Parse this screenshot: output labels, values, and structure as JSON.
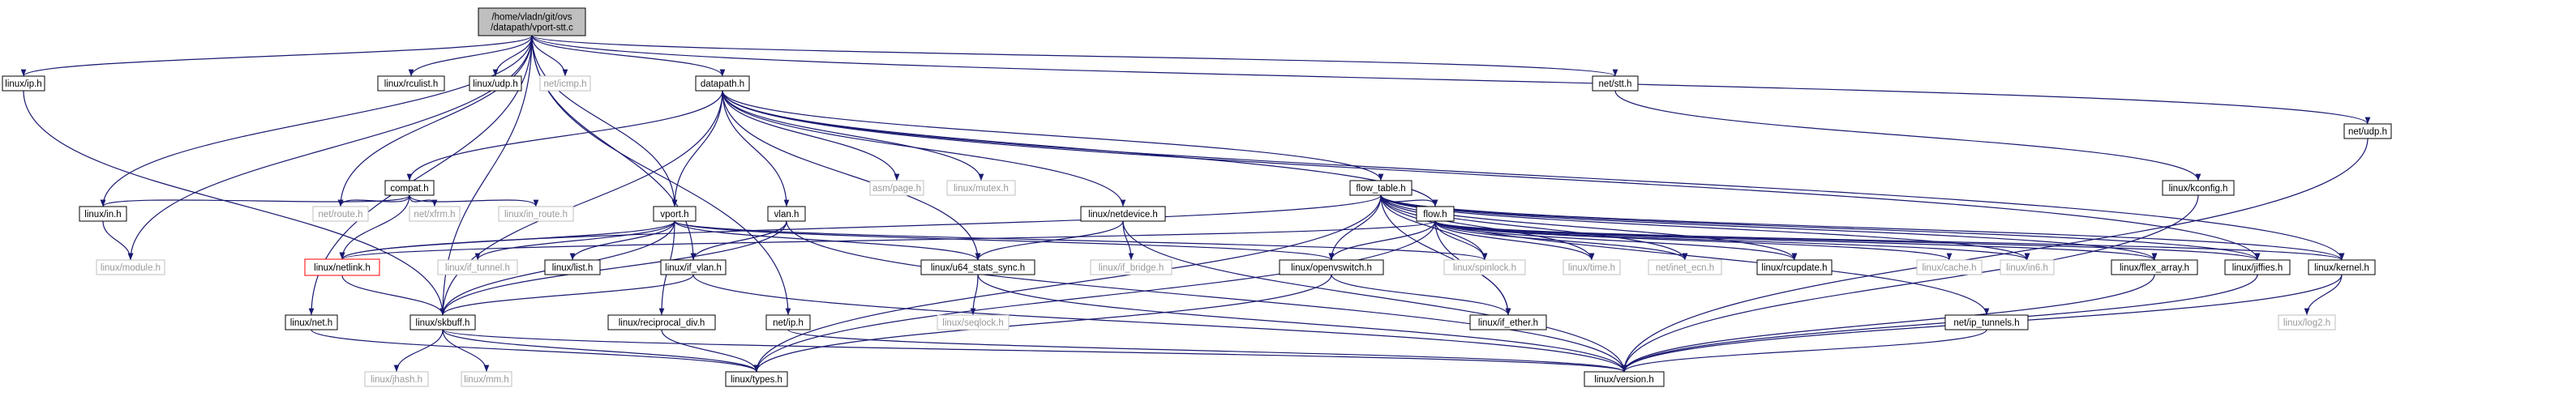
{
  "diagram": {
    "colors": {
      "edge": "#191970",
      "header_border": "#000000",
      "header_text": "#000000",
      "local_border": "#000000",
      "local_text": "#000000",
      "system_border": "#bfbfbf",
      "system_text": "#999999",
      "broken_border": "#ff0000",
      "fill": "#ffffff",
      "root_fill": "#bfbfbf",
      "root_border": "#000000"
    },
    "nodes": [
      {
        "id": "root",
        "lines": [
          "/home/vladn/git/ovs",
          "/datapath/vport-stt.c"
        ],
        "kind": "root"
      },
      {
        "id": "linux_ip",
        "lines": [
          "linux/ip.h"
        ],
        "kind": "header"
      },
      {
        "id": "linux_rculist",
        "lines": [
          "linux/rculist.h"
        ],
        "kind": "header"
      },
      {
        "id": "linux_udp",
        "lines": [
          "linux/udp.h"
        ],
        "kind": "header"
      },
      {
        "id": "net_icmp",
        "lines": [
          "net/icmp.h"
        ],
        "kind": "system"
      },
      {
        "id": "datapath",
        "lines": [
          "datapath.h"
        ],
        "kind": "header"
      },
      {
        "id": "net_stt",
        "lines": [
          "net/stt.h"
        ],
        "kind": "header"
      },
      {
        "id": "net_udp",
        "lines": [
          "net/udp.h"
        ],
        "kind": "header"
      },
      {
        "id": "compat",
        "lines": [
          "compat.h"
        ],
        "kind": "header"
      },
      {
        "id": "asm_page",
        "lines": [
          "asm/page.h"
        ],
        "kind": "system"
      },
      {
        "id": "linux_mutex",
        "lines": [
          "linux/mutex.h"
        ],
        "kind": "system"
      },
      {
        "id": "flow_table",
        "lines": [
          "flow_table.h"
        ],
        "kind": "header"
      },
      {
        "id": "linux_kconfig",
        "lines": [
          "linux/kconfig.h"
        ],
        "kind": "header"
      },
      {
        "id": "linux_in",
        "lines": [
          "linux/in.h"
        ],
        "kind": "header"
      },
      {
        "id": "net_route",
        "lines": [
          "net/route.h"
        ],
        "kind": "system"
      },
      {
        "id": "net_xfrm",
        "lines": [
          "net/xfrm.h"
        ],
        "kind": "system"
      },
      {
        "id": "linux_in_route",
        "lines": [
          "linux/in_route.h"
        ],
        "kind": "system"
      },
      {
        "id": "vport",
        "lines": [
          "vport.h"
        ],
        "kind": "header"
      },
      {
        "id": "vlan",
        "lines": [
          "vlan.h"
        ],
        "kind": "header"
      },
      {
        "id": "linux_netdevice",
        "lines": [
          "linux/netdevice.h"
        ],
        "kind": "header"
      },
      {
        "id": "flow",
        "lines": [
          "flow.h"
        ],
        "kind": "header"
      },
      {
        "id": "linux_module",
        "lines": [
          "linux/module.h"
        ],
        "kind": "system"
      },
      {
        "id": "linux_netlink",
        "lines": [
          "linux/netlink.h"
        ],
        "kind": "broken"
      },
      {
        "id": "linux_if_tunnel",
        "lines": [
          "linux/if_tunnel.h"
        ],
        "kind": "system"
      },
      {
        "id": "linux_list",
        "lines": [
          "linux/list.h"
        ],
        "kind": "header"
      },
      {
        "id": "linux_if_vlan",
        "lines": [
          "linux/if_vlan.h"
        ],
        "kind": "header"
      },
      {
        "id": "linux_u64_stats_sync",
        "lines": [
          "linux/u64_stats_sync.h"
        ],
        "kind": "header"
      },
      {
        "id": "linux_if_bridge",
        "lines": [
          "linux/if_bridge.h"
        ],
        "kind": "system"
      },
      {
        "id": "linux_openvswitch",
        "lines": [
          "linux/openvswitch.h"
        ],
        "kind": "header"
      },
      {
        "id": "linux_spinlock",
        "lines": [
          "linux/spinlock.h"
        ],
        "kind": "system"
      },
      {
        "id": "linux_time",
        "lines": [
          "linux/time.h"
        ],
        "kind": "system"
      },
      {
        "id": "net_inet_ecn",
        "lines": [
          "net/inet_ecn.h"
        ],
        "kind": "system"
      },
      {
        "id": "linux_rcupdate",
        "lines": [
          "linux/rcupdate.h"
        ],
        "kind": "header"
      },
      {
        "id": "linux_cache",
        "lines": [
          "linux/cache.h"
        ],
        "kind": "system"
      },
      {
        "id": "linux_in6",
        "lines": [
          "linux/in6.h"
        ],
        "kind": "system"
      },
      {
        "id": "linux_flex_array",
        "lines": [
          "linux/flex_array.h"
        ],
        "kind": "header"
      },
      {
        "id": "linux_jiffies",
        "lines": [
          "linux/jiffies.h"
        ],
        "kind": "header"
      },
      {
        "id": "linux_kernel",
        "lines": [
          "linux/kernel.h"
        ],
        "kind": "header"
      },
      {
        "id": "linux_net",
        "lines": [
          "linux/net.h"
        ],
        "kind": "header"
      },
      {
        "id": "linux_skbuff",
        "lines": [
          "linux/skbuff.h"
        ],
        "kind": "header"
      },
      {
        "id": "linux_reciprocal_div",
        "lines": [
          "linux/reciprocal_div.h"
        ],
        "kind": "header"
      },
      {
        "id": "net_ip",
        "lines": [
          "net/ip.h"
        ],
        "kind": "header"
      },
      {
        "id": "linux_seqlock",
        "lines": [
          "linux/seqlock.h"
        ],
        "kind": "system"
      },
      {
        "id": "linux_if_ether",
        "lines": [
          "linux/if_ether.h"
        ],
        "kind": "header"
      },
      {
        "id": "net_ip_tunnels",
        "lines": [
          "net/ip_tunnels.h"
        ],
        "kind": "header"
      },
      {
        "id": "linux_log2",
        "lines": [
          "linux/log2.h"
        ],
        "kind": "system"
      },
      {
        "id": "linux_jhash",
        "lines": [
          "linux/jhash.h"
        ],
        "kind": "system"
      },
      {
        "id": "linux_mm",
        "lines": [
          "linux/mm.h"
        ],
        "kind": "system"
      },
      {
        "id": "linux_types",
        "lines": [
          "linux/types.h"
        ],
        "kind": "header"
      },
      {
        "id": "linux_version",
        "lines": [
          "linux/version.h"
        ],
        "kind": "header"
      }
    ],
    "edges": [
      [
        "root",
        "linux_ip"
      ],
      [
        "root",
        "linux_rculist"
      ],
      [
        "root",
        "linux_udp"
      ],
      [
        "root",
        "net_icmp"
      ],
      [
        "root",
        "datapath"
      ],
      [
        "root",
        "net_stt"
      ],
      [
        "root",
        "net_udp"
      ],
      [
        "root",
        "linux_in"
      ],
      [
        "root",
        "linux_module"
      ],
      [
        "root",
        "net_route"
      ],
      [
        "root",
        "vport"
      ],
      [
        "root",
        "linux_if_vlan"
      ],
      [
        "root",
        "net_ip"
      ],
      [
        "root",
        "linux_net"
      ],
      [
        "root",
        "linux_skbuff"
      ],
      [
        "linux_ip",
        "linux_skbuff"
      ],
      [
        "datapath",
        "compat"
      ],
      [
        "datapath",
        "asm_page"
      ],
      [
        "datapath",
        "linux_mutex"
      ],
      [
        "datapath",
        "flow_table"
      ],
      [
        "datapath",
        "linux_kernel"
      ],
      [
        "datapath",
        "vlan"
      ],
      [
        "datapath",
        "linux_netdevice"
      ],
      [
        "datapath",
        "flow"
      ],
      [
        "datapath",
        "linux_skbuff"
      ],
      [
        "datapath",
        "linux_u64_stats_sync"
      ],
      [
        "datapath",
        "vport"
      ],
      [
        "datapath",
        "linux_jiffies"
      ],
      [
        "net_stt",
        "linux_kconfig"
      ],
      [
        "net_udp",
        "linux_version"
      ],
      [
        "compat",
        "linux_in"
      ],
      [
        "compat",
        "net_route"
      ],
      [
        "compat",
        "net_xfrm"
      ],
      [
        "compat",
        "linux_in_route"
      ],
      [
        "compat",
        "linux_netlink"
      ],
      [
        "flow_table",
        "linux_netlink"
      ],
      [
        "flow_table",
        "flow"
      ],
      [
        "flow_table",
        "linux_openvswitch"
      ],
      [
        "flow_table",
        "linux_spinlock"
      ],
      [
        "flow_table",
        "linux_time"
      ],
      [
        "flow_table",
        "net_inet_ecn"
      ],
      [
        "flow_table",
        "linux_rcupdate"
      ],
      [
        "flow_table",
        "linux_in6"
      ],
      [
        "flow_table",
        "linux_flex_array"
      ],
      [
        "flow_table",
        "linux_jiffies"
      ],
      [
        "flow_table",
        "linux_kernel"
      ],
      [
        "flow_table",
        "linux_if_ether"
      ],
      [
        "flow_table",
        "linux_types"
      ],
      [
        "flow_table",
        "net_ip_tunnels"
      ],
      [
        "linux_kconfig",
        "linux_version"
      ],
      [
        "linux_in",
        "linux_module"
      ],
      [
        "vport",
        "linux_netlink"
      ],
      [
        "vport",
        "linux_if_tunnel"
      ],
      [
        "vport",
        "linux_list"
      ],
      [
        "vport",
        "linux_openvswitch"
      ],
      [
        "vport",
        "linux_skbuff"
      ],
      [
        "vport",
        "linux_reciprocal_div"
      ],
      [
        "vport",
        "linux_u64_stats_sync"
      ],
      [
        "vport",
        "linux_spinlock"
      ],
      [
        "vlan",
        "linux_if_vlan"
      ],
      [
        "vlan",
        "linux_skbuff"
      ],
      [
        "vlan",
        "linux_version"
      ],
      [
        "linux_netdevice",
        "linux_u64_stats_sync"
      ],
      [
        "linux_netdevice",
        "linux_if_bridge"
      ],
      [
        "linux_netdevice",
        "linux_version"
      ],
      [
        "flow",
        "linux_netlink"
      ],
      [
        "flow",
        "linux_openvswitch"
      ],
      [
        "flow",
        "linux_spinlock"
      ],
      [
        "flow",
        "linux_time"
      ],
      [
        "flow",
        "net_inet_ecn"
      ],
      [
        "flow",
        "linux_rcupdate"
      ],
      [
        "flow",
        "linux_cache"
      ],
      [
        "flow",
        "linux_in6"
      ],
      [
        "flow",
        "linux_flex_array"
      ],
      [
        "flow",
        "linux_jiffies"
      ],
      [
        "flow",
        "linux_kernel"
      ],
      [
        "flow",
        "linux_if_ether"
      ],
      [
        "flow",
        "linux_types"
      ],
      [
        "linux_netlink",
        "linux_skbuff"
      ],
      [
        "linux_if_vlan",
        "linux_skbuff"
      ],
      [
        "linux_if_vlan",
        "linux_version"
      ],
      [
        "linux_u64_stats_sync",
        "linux_seqlock"
      ],
      [
        "linux_u64_stats_sync",
        "linux_version"
      ],
      [
        "linux_openvswitch",
        "linux_types"
      ],
      [
        "linux_openvswitch",
        "linux_if_ether"
      ],
      [
        "linux_flex_array",
        "linux_version"
      ],
      [
        "linux_jiffies",
        "linux_version"
      ],
      [
        "linux_kernel",
        "linux_log2"
      ],
      [
        "linux_kernel",
        "linux_version"
      ],
      [
        "linux_net",
        "linux_types"
      ],
      [
        "linux_skbuff",
        "linux_jhash"
      ],
      [
        "linux_skbuff",
        "linux_mm"
      ],
      [
        "linux_skbuff",
        "linux_types"
      ],
      [
        "linux_skbuff",
        "linux_version"
      ],
      [
        "linux_reciprocal_div",
        "linux_types"
      ],
      [
        "net_ip",
        "linux_version"
      ],
      [
        "net_ip_tunnels",
        "linux_version"
      ]
    ]
  }
}
